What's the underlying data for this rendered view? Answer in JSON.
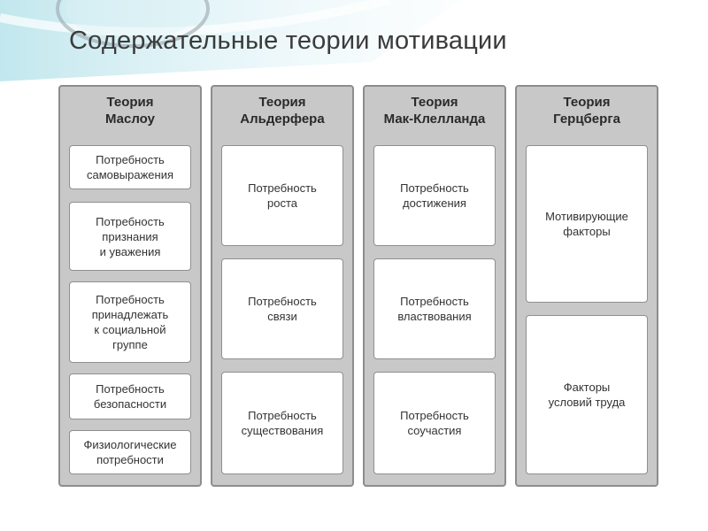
{
  "slide": {
    "title": "Содержательные теории мотивации"
  },
  "columns": [
    {
      "header": "Теория\nМаслоу",
      "items": [
        "Потребность\nсамовыражения",
        "Потребность\nпризнания\nи уважения",
        "Потребность\nпринадлежать\nк социальной\nгруппе",
        "Потребность\nбезопасности",
        "Физиологические\nпотребности"
      ]
    },
    {
      "header": "Теория\nАльдерфера",
      "items": [
        "Потребность\nроста",
        "Потребность\nсвязи",
        "Потребность\nсуществования"
      ]
    },
    {
      "header": "Теория\nМак-Клелланда",
      "items": [
        "Потребность\nдостижения",
        "Потребность\nвластвования",
        "Потребность\nсоучастия"
      ]
    },
    {
      "header": "Теория\nГерцберга",
      "items": [
        "Мотивирующие\nфакторы",
        "Факторы\nусловий труда"
      ]
    }
  ],
  "colors": {
    "column_fill": "#c8c8c8",
    "column_border": "#8d8d8d",
    "cell_fill": "#ffffff",
    "background_accent": "#8fd3e0"
  }
}
